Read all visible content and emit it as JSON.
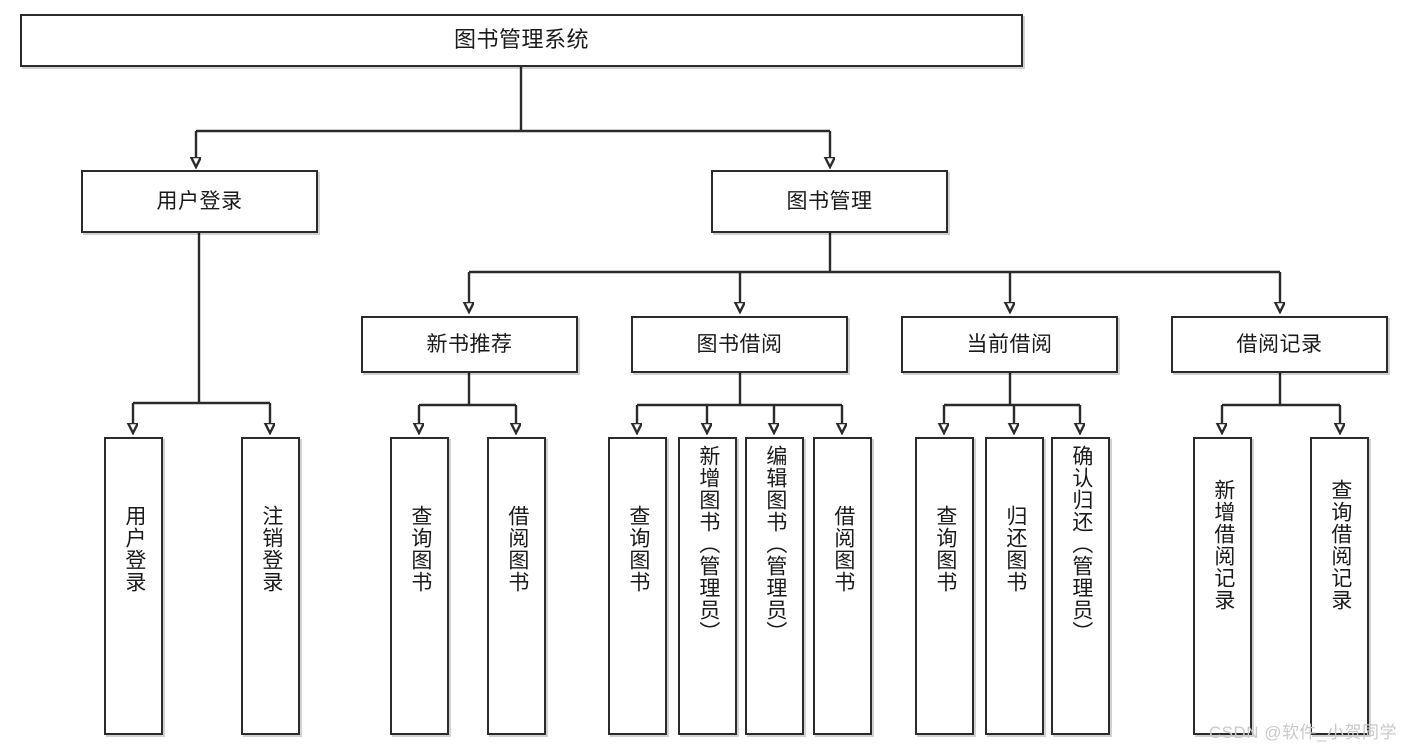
{
  "diagram": {
    "title": "图书管理系统",
    "type": "tree-hierarchy-chart",
    "root": {
      "label": "图书管理系统"
    },
    "level2": [
      {
        "label": "用户登录"
      },
      {
        "label": "图书管理"
      }
    ],
    "level3": [
      {
        "label": "新书推荐"
      },
      {
        "label": "图书借阅"
      },
      {
        "label": "当前借阅"
      },
      {
        "label": "借阅记录"
      }
    ],
    "leaves": {
      "user_login": [
        {
          "label": "用户登录"
        },
        {
          "label": "注销登录"
        }
      ],
      "new_book_recommend": [
        {
          "label": "查询图书"
        },
        {
          "label": "借阅图书"
        }
      ],
      "book_borrow": [
        {
          "label": "查询图书"
        },
        {
          "label": "新增图书（管理员）"
        },
        {
          "label": "编辑图书（管理员）"
        },
        {
          "label": "借阅图书"
        }
      ],
      "current_borrow": [
        {
          "label": "查询图书"
        },
        {
          "label": "归还图书"
        },
        {
          "label": "确认归还（管理员）"
        }
      ],
      "borrow_record": [
        {
          "label": "新增借阅记录"
        },
        {
          "label": "查询借阅记录"
        }
      ]
    }
  },
  "watermark": {
    "text": "CSDN @软件_小贺同学"
  },
  "colors": {
    "border": "#2b2b2b",
    "background": "#ffffff",
    "text": "#1a1a1a",
    "watermark": "#c9c9c9"
  }
}
